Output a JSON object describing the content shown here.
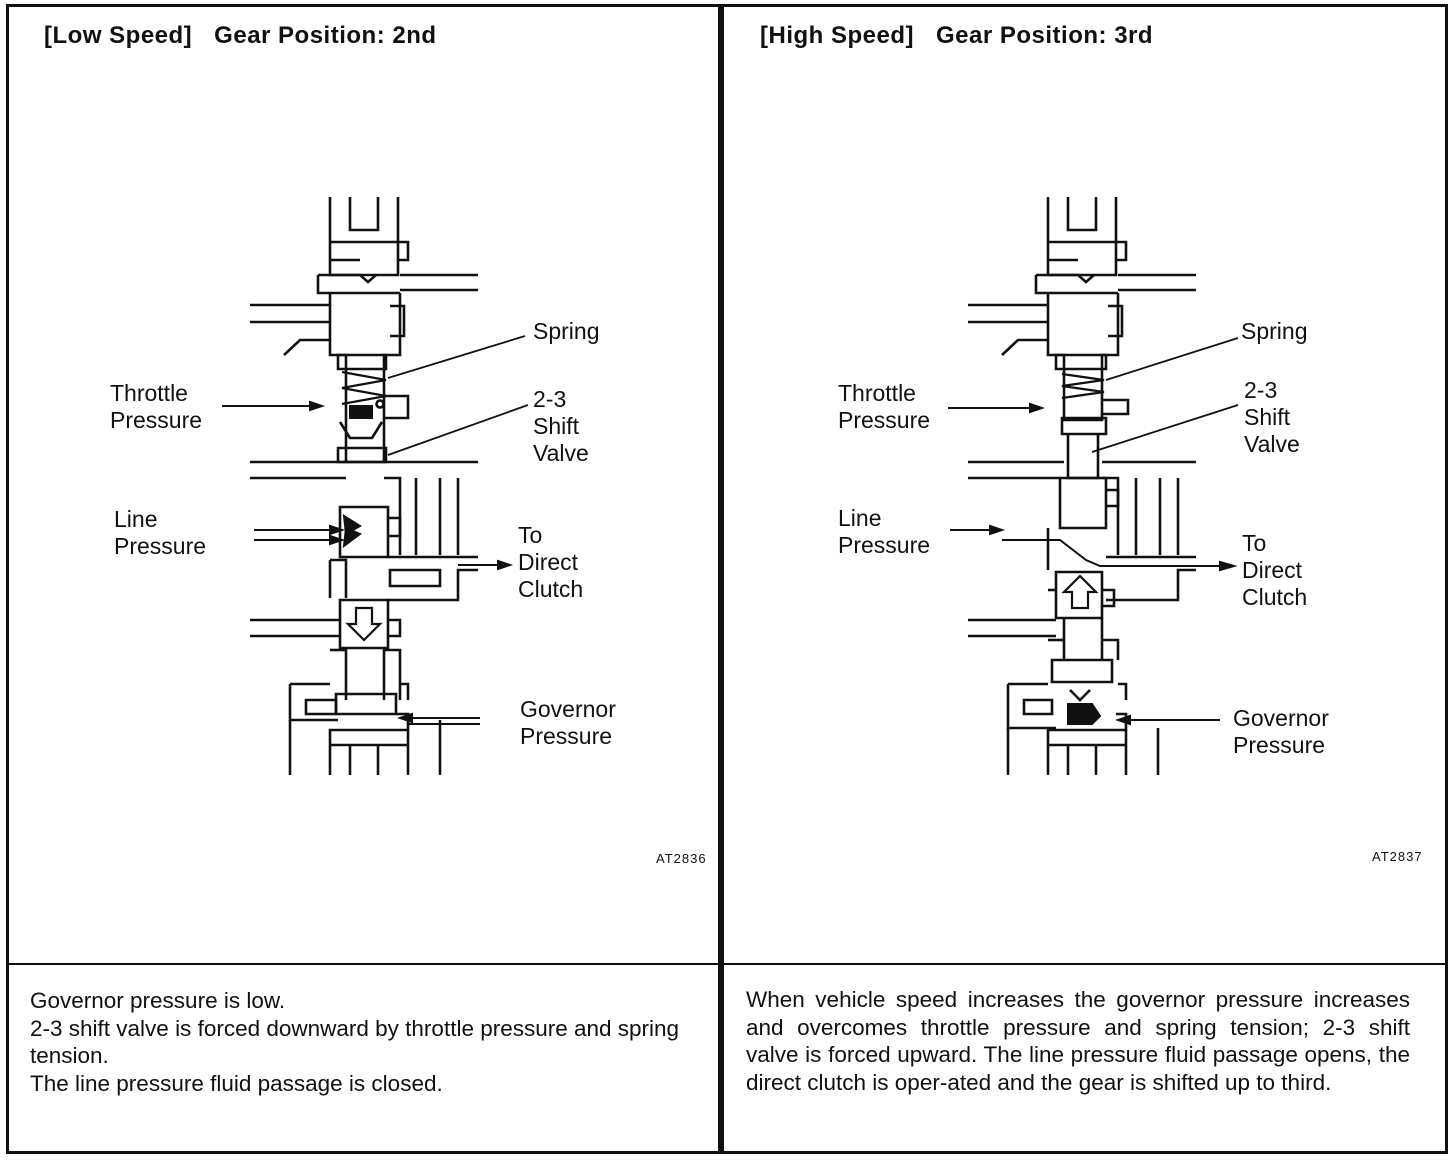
{
  "panels": [
    {
      "id": "low",
      "title_bracket": "[Low Speed]",
      "title_gear": "Gear Position: 2nd",
      "labels": {
        "spring": "Spring",
        "shift_valve": "2-3 Shift\nValve",
        "throttle": "Throttle\nPressure",
        "line": "Line\nPressure",
        "to_clutch": "To\nDirect\nClutch",
        "governor": "Governor\nPressure"
      },
      "figure_code": "AT2836",
      "description": [
        "Governor pressure is low.",
        "2-3 shift valve is forced downward by throttle pressure and spring tension.",
        "The line pressure fluid passage is closed."
      ],
      "valve_direction": "down"
    },
    {
      "id": "high",
      "title_bracket": "[High Speed]",
      "title_gear": "Gear Position: 3rd",
      "labels": {
        "spring": "Spring",
        "shift_valve": "2-3 Shift\nValve",
        "throttle": "Throttle\nPressure",
        "line": "Line\nPressure",
        "to_clutch": "To\nDirect\nClutch",
        "governor": "Governor\nPressure"
      },
      "figure_code": "AT2837",
      "description": [
        "When vehicle speed increases the governor pressure increases and overcomes throttle pressure and spring tension; 2-3 shift valve is forced upward. The line pressure fluid passage opens, the direct clutch is oper-ated and the gear is shifted up to third."
      ],
      "valve_direction": "up"
    }
  ]
}
